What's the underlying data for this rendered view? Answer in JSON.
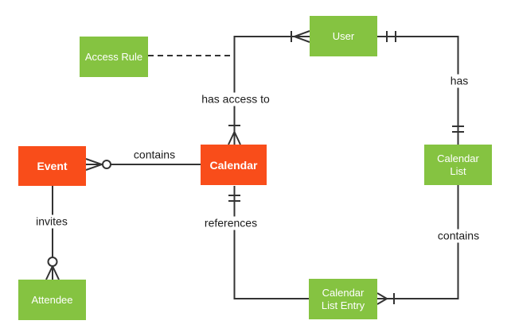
{
  "diagram": {
    "type": "entity-relationship",
    "background": "#ffffff",
    "colors": {
      "entity_primary": "#F94D1A",
      "entity_secondary": "#85C341",
      "connector": "#333333",
      "label_text": "#1a1a1a",
      "entity_text": "#ffffff"
    },
    "entities": {
      "event": {
        "label": "Event"
      },
      "calendar": {
        "label": "Calendar"
      },
      "access_rule": {
        "label": "Access Rule"
      },
      "user": {
        "label": "User"
      },
      "calendar_list": {
        "label": "Calendar List"
      },
      "calendar_list_entry": {
        "label": "Calendar List Entry"
      },
      "attendee": {
        "label": "Attendee"
      }
    },
    "relationships": {
      "contains_event_calendar": {
        "label": "contains",
        "from": "Event",
        "to": "Calendar",
        "from_cardinality": "zero-or-many"
      },
      "has_access_to": {
        "label": "has access to",
        "from": "Calendar",
        "to": "User",
        "from_cardinality": "one-or-many",
        "to_cardinality": "one-or-many"
      },
      "access_rule_link": {
        "label": "",
        "from": "Access Rule",
        "to": "has access to",
        "style": "dashed"
      },
      "has": {
        "label": "has",
        "from": "User",
        "to": "Calendar List",
        "from_cardinality": "one-and-only-one",
        "to_cardinality": "one-and-only-one"
      },
      "contains_list_entry": {
        "label": "contains",
        "from": "Calendar List",
        "to": "Calendar List Entry",
        "to_cardinality": "one-or-many"
      },
      "references": {
        "label": "references",
        "from": "Calendar",
        "to": "Calendar List Entry",
        "from_cardinality": "one-and-only-one"
      },
      "invites": {
        "label": "invites",
        "from": "Event",
        "to": "Attendee",
        "to_cardinality": "zero-or-many"
      }
    }
  }
}
